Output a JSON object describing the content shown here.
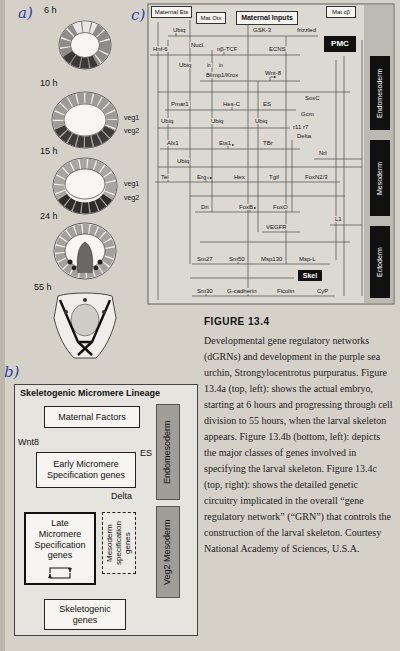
{
  "diagram": {
    "title": "FIGURE 13.4",
    "caption": "Developmental gene regulatory networks (dGRNs) and development in the purple sea urchin, Strongylocentrotus purpuratus. Figure 13.4a (top, left): shows the actual embryo, starting at 6 hours and progressing through cell division to 55 hours, when the larval skeleton appears. Figure 13.4b (bottom, left): depicts the major classes of genes involved in specifying the larval skeleton. Figure 13.4c (top, right): shows the detailed genetic circuitry implicated in the overall “gene regulatory network” (“GRN”) that controls the construction of the larval skeleton. Courtesy National Academy of Sciences, U.S.A.",
    "nodes": [
      {
        "text": [
          "Maternal Ets"
        ]
      },
      {
        "text": [
          "Mat Otx"
        ]
      },
      {
        "text": [
          "Maternal Inputs"
        ]
      },
      {
        "text": [
          "Mat cβ"
        ]
      },
      {
        "text": [
          "PMC"
        ]
      },
      {
        "text": [
          "Endomesoderm"
        ]
      },
      {
        "text": [
          "Mesoderm"
        ]
      },
      {
        "text": [
          "Ectoderm"
        ]
      },
      {
        "text": [
          "Skel"
        ]
      },
      {
        "text": [
          "Skeletogenic Micromere Lineage"
        ]
      },
      {
        "text": [
          "Maternal Factors"
        ],
        "in": 9
      },
      {
        "text": [
          "Endomesoderm"
        ],
        "in": 9
      },
      {
        "text": [
          "Early Micromere Specification genes"
        ],
        "in": 9
      },
      {
        "text": [
          "Veg2 Mesoderm"
        ],
        "in": 9
      },
      {
        "text": [
          "Late Micromere Specification genes"
        ],
        "in": 9
      },
      {
        "text": [
          "Mesoderm specification genes"
        ],
        "in": 9
      },
      {
        "text": [
          "Skeletogenic genes"
        ],
        "in": 9
      }
    ],
    "edges": [
      {
        "from": 10,
        "to": 12,
        "arrow": "to"
      },
      {
        "from": 12,
        "to": 12,
        "label": "Wnt8",
        "arrow": "to"
      },
      {
        "from": 12,
        "to": 11,
        "label": "ES",
        "arrow": "to"
      },
      {
        "from": 12,
        "to": 13,
        "label": "Delta",
        "arrow": "to"
      },
      {
        "from": 12,
        "to": 14,
        "arrow": "to"
      },
      {
        "from": 14,
        "to": 16,
        "arrow": "to"
      }
    ],
    "labels": [
      "a)",
      "6 h",
      "10 h",
      "veg1",
      "veg2",
      "15 h",
      "veg1",
      "veg2",
      "24 h",
      "55 h",
      "b)",
      "c)",
      "Ubiq",
      "GSK-3",
      "frizzled",
      "Hnf-6",
      "Nucl.",
      "nβ-TCF",
      "ECNS",
      "Ubiq",
      "in",
      "in",
      "Blimp1/Krox",
      "Wnt-8",
      "Pmar1",
      "Hes-C",
      "ES",
      "SoxC",
      "Gcm",
      "Ubiq",
      "Ubiq",
      "Ubiq",
      "r11 r7",
      "Delta",
      "Alx1",
      "Ets1",
      "TBr",
      "Nrl",
      "Ubiq",
      "Tel",
      "Erg",
      "Hex",
      "Tgif",
      "FoxN2/3",
      "Dri",
      "FoxB",
      "FoxO",
      "VEGFR",
      "L1",
      "Sm27",
      "Sm50",
      "Msp130",
      "Msp-L",
      "Sm30",
      "G-cadherin",
      "Ficolin",
      "CyP"
    ]
  }
}
